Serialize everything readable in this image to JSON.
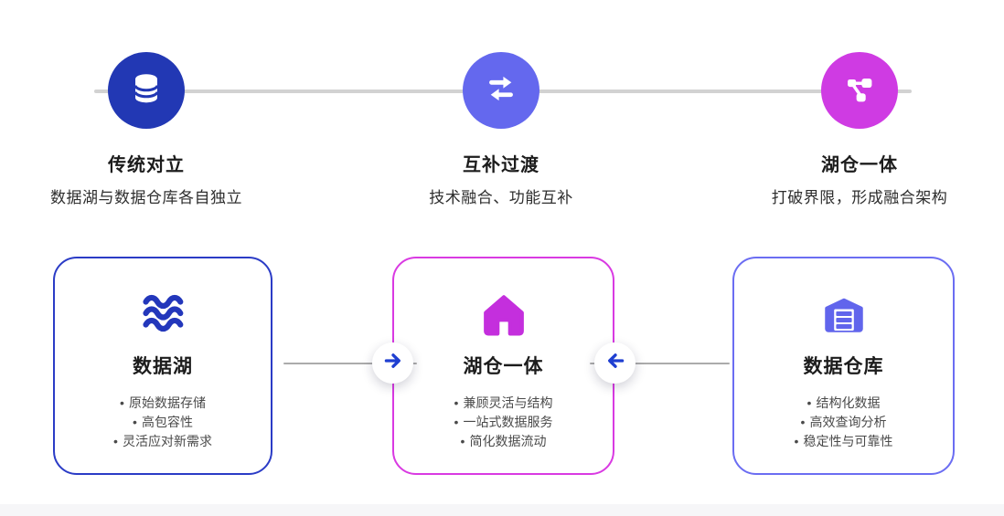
{
  "page": {
    "background": "#ffffff",
    "bottom_strip_color": "#f6f6f8"
  },
  "ui": {
    "bullet_char": "•",
    "timeline_line_color": "#d2d2d2",
    "connector_line_color": "#ababab",
    "connector_arrow_color": "#1f3fd1"
  },
  "timeline": {
    "stages": [
      {
        "icon": "database-icon",
        "circle_color": "#2238b4",
        "title": "传统对立",
        "subtitle": "数据湖与数据仓库各自独立"
      },
      {
        "icon": "transfer-arrows-icon",
        "circle_color": "#6468ee",
        "title": "互补过渡",
        "subtitle": "技术融合、功能互补"
      },
      {
        "icon": "network-nodes-icon",
        "circle_color": "#cf3be3",
        "title": "湖仓一体",
        "subtitle": "打破界限，形成融合架构"
      }
    ]
  },
  "cards": [
    {
      "icon": "waves-icon",
      "border_color": "#2b3cc6",
      "icon_color": "#2337bb",
      "title": "数据湖",
      "bullets": [
        "原始数据存储",
        "高包容性",
        "灵活应对新需求"
      ]
    },
    {
      "icon": "house-icon",
      "border_color": "#d93ae2",
      "icon_color": "#c42fdd",
      "title": "湖仓一体",
      "bullets": [
        "兼顾灵活与结构",
        "一站式数据服务",
        "简化数据流动"
      ]
    },
    {
      "icon": "warehouse-icon",
      "border_color": "#6b6df2",
      "icon_color": "#6165ec",
      "title": "数据仓库",
      "bullets": [
        "结构化数据",
        "高效查询分析",
        "稳定性与可靠性"
      ]
    }
  ]
}
